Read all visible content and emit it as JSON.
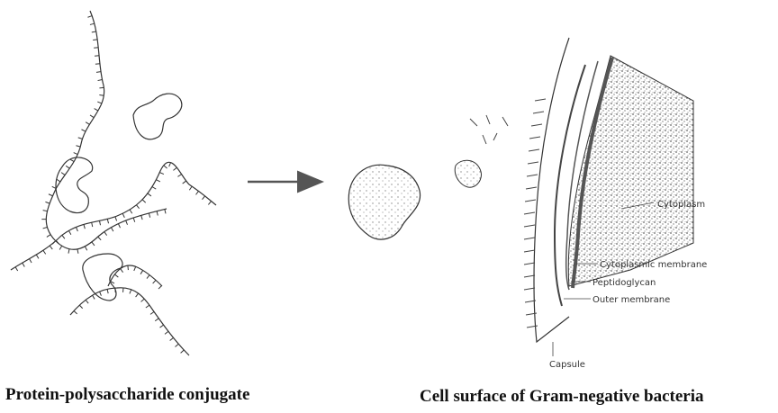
{
  "captions": {
    "left": "Protein-polysaccharide conjugate",
    "right": "Cell surface of Gram-negative bacteria"
  },
  "labels": {
    "cytoplasm": "Cytoplasm",
    "cytoplasmic_membrane": "Cytoplasmic membrane",
    "peptidoglycan": "Peptidoglycan",
    "outer_membrane": "Outer membrane",
    "capsule": "Capsule"
  },
  "icons": {
    "arrow": "right-arrow-icon",
    "conjugate_protein": "protein-blob-icon"
  }
}
